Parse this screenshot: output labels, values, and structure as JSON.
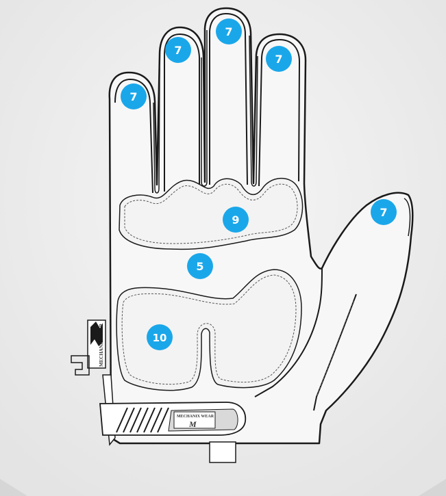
{
  "colors": {
    "background": "#e9e9e9",
    "glove_fill": "#f7f7f7",
    "outline": "#1a1a1a",
    "marker": "#1aa7ea",
    "marker_text": "#ffffff"
  },
  "markers": [
    {
      "id": "finger-pinky",
      "label": "7"
    },
    {
      "id": "finger-ring",
      "label": "7"
    },
    {
      "id": "finger-middle",
      "label": "7"
    },
    {
      "id": "finger-index",
      "label": "7"
    },
    {
      "id": "thumb",
      "label": "7"
    },
    {
      "id": "knuckle-pad",
      "label": "9"
    },
    {
      "id": "palm",
      "label": "5"
    },
    {
      "id": "palm-pad",
      "label": "10"
    }
  ],
  "branding": {
    "tag_text": "MECHANIX WEAR",
    "strap_text": "MECHANIX WEAR",
    "logo_mark": "M"
  }
}
